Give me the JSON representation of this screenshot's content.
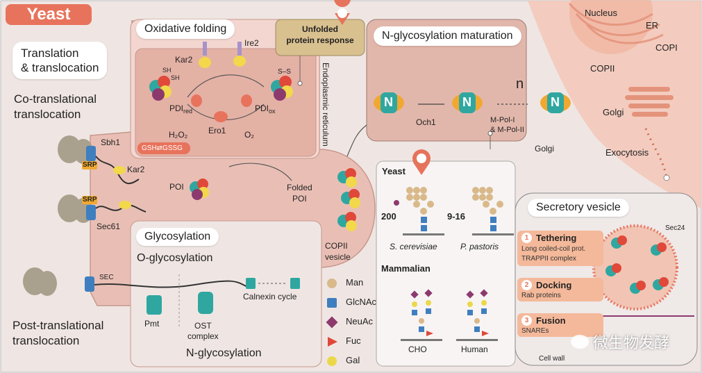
{
  "title": "Yeast",
  "sections": {
    "translation": "Translation\n& translocation",
    "co_translational": "Co-translational\ntranslocation",
    "post_translational": "Post-translational\ntranslocation",
    "oxidative_folding": "Oxidative folding",
    "unfolded_protein_response": "Unfolded\nprotein response",
    "n_glyco_maturation": "N-glycosylation maturation",
    "glycosylation": "Glycosylation",
    "o_glycosylation": "O-glycosylation",
    "n_glycosylation": "N-glycosylation",
    "secretory_vesicle": "Secretory vesicle",
    "yeast_glycans": "Yeast",
    "mammalian_glycans": "Mammalian"
  },
  "labels": {
    "sbh1": "Sbh1",
    "srp": "SRP",
    "kar2": "Kar2",
    "sec61": "Sec61",
    "sec": "SEC",
    "ire2": "Ire2",
    "sh": "SH",
    "ss": "S–S",
    "pdi": "PDI",
    "red": "red",
    "ox": "ox",
    "ero1": "Ero1",
    "h2o2": "H₂O₂",
    "o2": "O₂",
    "gsh": "GSH⇄GSSG",
    "poi": "POI",
    "folded_poi": "Folded\nPOI",
    "er": "Endoplasmic reticulum",
    "copii_vesicle": "COPII\nvesicle",
    "och1": "Och1",
    "mpol": "M-Pol-I\n& M-Pol-II",
    "n": "n",
    "golgi_label": "Golgi",
    "nucleus": "Nucleus",
    "er_short": "ER",
    "copi": "COPI",
    "copii": "COPII",
    "golgi": "Golgi",
    "exocytosis": "Exocytosis",
    "pmt": "Pmt",
    "ost": "OST\ncomplex",
    "calnexin": "Calnexin cycle",
    "n_glyph": "N",
    "n200": "200",
    "n916": "9-16",
    "s_cerevisiae": "S. cerevisiae",
    "p_pastoris": "P. pastoris",
    "cho": "CHO",
    "human": "Human",
    "sec24": "Sec24",
    "cell_wall": "Cell wall"
  },
  "steps": [
    {
      "num": "1",
      "title": "Tethering",
      "text": "Long coiled-coil prot.\nTRAPPII complex"
    },
    {
      "num": "2",
      "title": "Docking",
      "text": "Rab proteins"
    },
    {
      "num": "3",
      "title": "Fusion",
      "text": "SNAREs"
    }
  ],
  "legend": [
    {
      "name": "Man",
      "color": "#d9b98a",
      "shape": "circle"
    },
    {
      "name": "GlcNAc",
      "color": "#3f7fbf",
      "shape": "square"
    },
    {
      "name": "NeuAc",
      "color": "#8c3a6e",
      "shape": "diamond"
    },
    {
      "name": "Fuc",
      "color": "#e0483a",
      "shape": "triangle"
    },
    {
      "name": "Gal",
      "color": "#ebd84a",
      "shape": "circle"
    }
  ],
  "watermark": "微生物发酵",
  "colors": {
    "accent": "#e8735c",
    "er_fill": "#e9bfb5",
    "panel_fill": "#f3ecea",
    "teal": "#2fa7a0",
    "yellow": "#f2d84a"
  }
}
